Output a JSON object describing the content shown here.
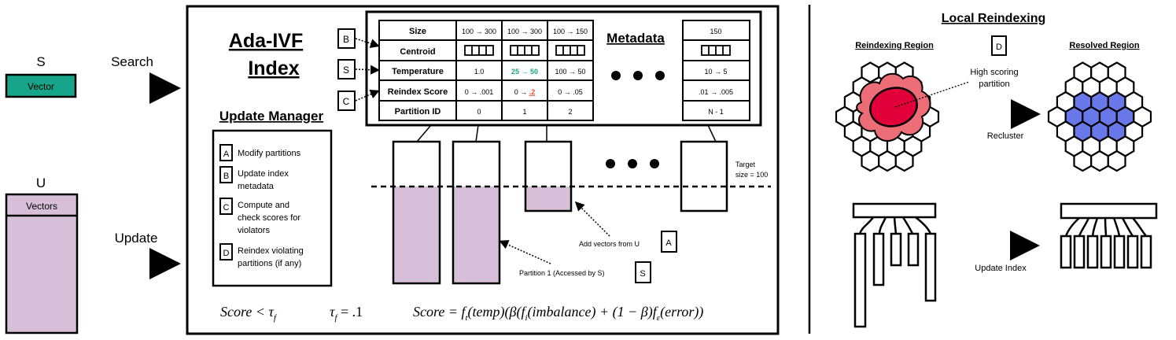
{
  "left": {
    "search_letter": "S",
    "search_vector": "Vector",
    "search_label": "Search",
    "update_letter": "U",
    "update_vectors": "Vectors",
    "update_label": "Update"
  },
  "index": {
    "title_line1": "Ada-IVF",
    "title_line2": "Index",
    "metadata_label": "Metadata",
    "row_labels": [
      "Size",
      "Centroid",
      "Temperature",
      "Reindex Score",
      "Partition ID"
    ],
    "columns": [
      {
        "size": "100 → 300",
        "temp": "1.0",
        "score": "0 → .001",
        "pid": "0"
      },
      {
        "size": "100 → 300",
        "temp": "25 → 50",
        "score_prefix": "0 → ",
        "score_highlight": ".2",
        "pid": "1"
      },
      {
        "size": "100 → 150",
        "temp": "100 → 50",
        "score": "0 → .05",
        "pid": "2"
      }
    ],
    "last_column": {
      "size": "150",
      "temp": "10 → 5",
      "score": ".01 → .005",
      "pid": "N - 1"
    },
    "tag_b": "B",
    "tag_s": "S",
    "tag_c": "C",
    "temp_highlight_color": "#17a589",
    "score_highlight_color": "#e74c3c"
  },
  "update_manager": {
    "title": "Update Manager",
    "items": [
      {
        "letter": "A",
        "line1": "Modify partitions",
        "line2": "",
        "line3": ""
      },
      {
        "letter": "B",
        "line1": "Update index",
        "line2": "metadata",
        "line3": ""
      },
      {
        "letter": "C",
        "line1": "Compute and",
        "line2": "check scores for",
        "line3": "violators"
      },
      {
        "letter": "D",
        "line1": "Reindex violating",
        "line2": "partitions (if any)",
        "line3": ""
      }
    ]
  },
  "partitions": {
    "target_line1": "Target",
    "target_line2": "size = 100",
    "add_vectors": "Add vectors from U",
    "add_tag": "A",
    "partition1": "Partition 1 (Accessed by S)",
    "partition1_tag": "S",
    "fill_color": "#d7bfd9"
  },
  "formulas": {
    "f1": "Score < τ",
    "f1_sub": "f",
    "f2": "τ",
    "f2_sub": "f",
    "f2_rest": " = .1",
    "f3": "Score = f",
    "f3_sub1": "t",
    "f3_mid1": "(temp)(β(f",
    "f3_sub2": "i",
    "f3_mid2": "(imbalance) + (1 − β)f",
    "f3_sub3": "ε",
    "f3_end": "(error))"
  },
  "right": {
    "title": "Local Reindexing",
    "reindex_region": "Reindexing Region",
    "tag_d": "D",
    "resolved_region": "Resolved Region",
    "high_scoring_1": "High scoring",
    "high_scoring_2": "partition",
    "recluster": "Recluster",
    "update_index": "Update Index",
    "blob_color": "#ec6d75",
    "core_color": "#e2003a",
    "resolved_color": "#6878e8",
    "vector_color": "#16a085"
  }
}
